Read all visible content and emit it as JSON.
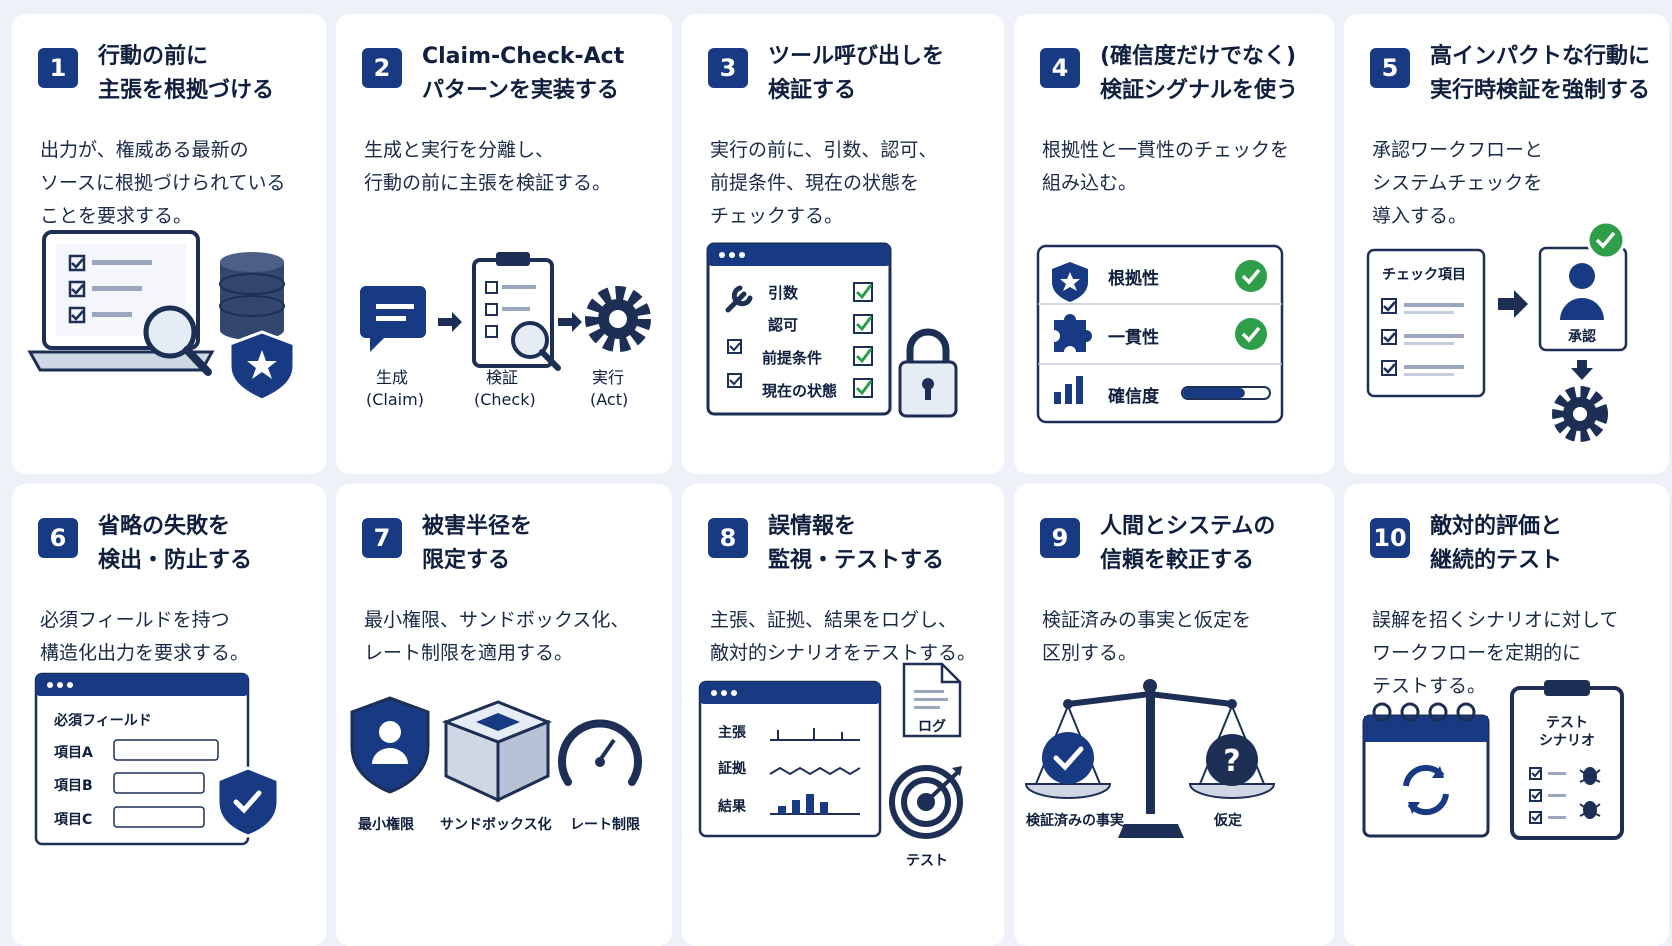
{
  "colors": {
    "navy": "#173a82",
    "dark": "#1e2f55",
    "green": "#2e9e4a",
    "bg": "#eef2f8",
    "line": "#9aa7bf"
  },
  "cards": [
    {
      "num": "1",
      "title": "行動の前に\n主張を根拠づける",
      "desc": "出力が、権威ある最新の\nソースに根拠づけられている\nことを要求する。",
      "icons": [
        "laptop-checklist-icon",
        "magnifier-icon",
        "database-icon",
        "shield-star-icon"
      ]
    },
    {
      "num": "2",
      "title": "Claim-Check-Act\nパターンを実装する",
      "desc": "生成と実行を分離し、\n行動の前に主張を検証する。",
      "steps": [
        {
          "label": "生成",
          "sub": "(Claim)"
        },
        {
          "label": "検証",
          "sub": "(Check)"
        },
        {
          "label": "実行",
          "sub": "(Act)"
        }
      ],
      "icons": [
        "chat-bubble-icon",
        "clipboard-magnifier-icon",
        "gear-icon",
        "arrow-right-icon"
      ]
    },
    {
      "num": "3",
      "title": "ツール呼び出しを\n検証する",
      "desc": "実行の前に、引数、認可、\n前提条件、現在の状態を\nチェックする。",
      "rows": [
        "引数",
        "認可",
        "前提条件",
        "現在の状態"
      ],
      "icons": [
        "wrench-icon",
        "checkbox-icon",
        "padlock-icon"
      ]
    },
    {
      "num": "4",
      "title": "(確信度だけでなく)\n検証シグナルを使う",
      "desc": "根拠性と一貫性のチェックを\n組み込む。",
      "signals": [
        {
          "label": "根拠性",
          "icon": "shield-star-icon"
        },
        {
          "label": "一貫性",
          "icon": "puzzle-icon"
        },
        {
          "label": "確信度",
          "icon": "bar-chart-icon"
        }
      ],
      "confidence_fill": 0.72
    },
    {
      "num": "5",
      "title": "高インパクトな行動に\n実行時検証を強制する",
      "desc": "承認ワークフローと\nシステムチェックを\n導入する。",
      "checklist_title": "チェック項目",
      "approval_label": "承認",
      "icons": [
        "checklist-icon",
        "arrow-right-icon",
        "person-icon",
        "check-badge-icon",
        "gear-icon"
      ]
    },
    {
      "num": "6",
      "title": "省略の失敗を\n検出・防止する",
      "desc": "必須フィールドを持つ\n構造化出力を要求する。",
      "form_title": "必須フィールド",
      "fields": [
        "項目A",
        "項目B",
        "項目C"
      ],
      "icons": [
        "shield-check-icon"
      ]
    },
    {
      "num": "7",
      "title": "被害半径を\n限定する",
      "desc": "最小権限、サンドボックス化、\nレート制限を適用する。",
      "items": [
        "最小権限",
        "サンドボックス化",
        "レート制限"
      ],
      "icons": [
        "shield-person-icon",
        "sandbox-box-icon",
        "speedometer-icon"
      ]
    },
    {
      "num": "8",
      "title": "誤情報を\n監視・テストする",
      "desc": "主張、証拠、結果をログし、\n敵対的シナリオをテストする。",
      "monitor_rows": [
        "主張",
        "証拠",
        "結果"
      ],
      "log_label": "ログ",
      "test_label": "テスト",
      "icons": [
        "document-icon",
        "target-icon"
      ]
    },
    {
      "num": "9",
      "title": "人間とシステムの\n信頼を較正する",
      "desc": "検証済みの事実と仮定を\n区別する。",
      "left_label": "検証済みの事実",
      "right_label": "仮定",
      "icons": [
        "balance-scale-icon",
        "check-circle-icon",
        "question-circle-icon"
      ]
    },
    {
      "num": "10",
      "title": "敵対的評価と\n継続的テスト",
      "desc": "誤解を招くシナリオに対して\nワークフローを定期的に\nテストする。",
      "clipboard_title": "テスト\nシナリオ",
      "icons": [
        "calendar-refresh-icon",
        "clipboard-bug-icon"
      ]
    }
  ]
}
